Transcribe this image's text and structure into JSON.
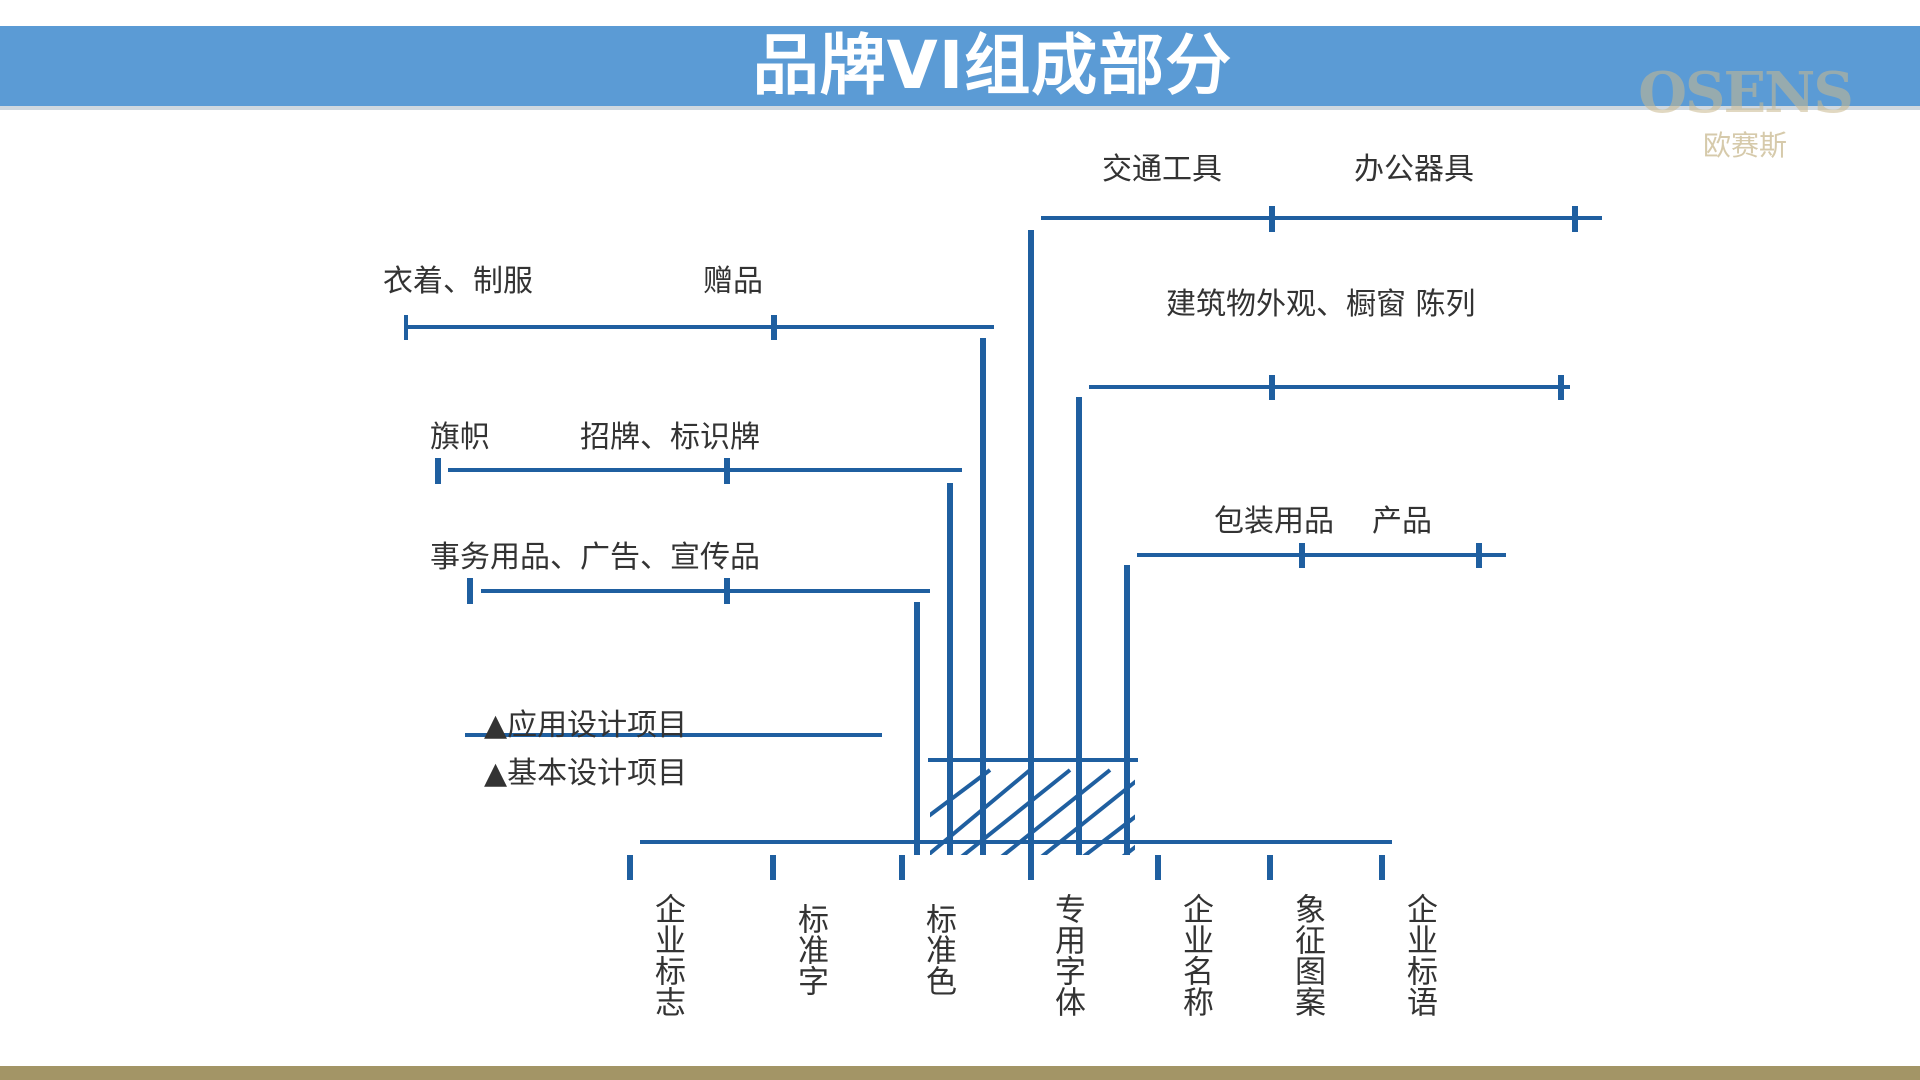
{
  "title": "品牌VI组成部分",
  "logo": {
    "word": "OSENS",
    "sub": "欧赛斯"
  },
  "legend": {
    "application": "▲应用设计项目",
    "basic": "▲基本设计项目"
  },
  "basic_items": [
    "企业标志",
    "标准字",
    "标准色",
    "专用字体",
    "企业名称",
    "象征图案",
    "企业标语"
  ],
  "application_items": {
    "clothing": "衣着、制服",
    "gifts": "赠品",
    "flags": "旗帜",
    "signs": "招牌、标识牌",
    "office_supplies": "事务用品、广告、宣传品",
    "vehicles": "交通工具",
    "office_equipment": "办公器具",
    "architecture": "建筑物外观、橱窗 陈列",
    "packaging": "包装用品",
    "product": "产品"
  },
  "colors": {
    "title_bar": "#5b9bd5",
    "line": "#1f5fa0",
    "footer": "#a39566",
    "logo": "#c9b98f"
  }
}
